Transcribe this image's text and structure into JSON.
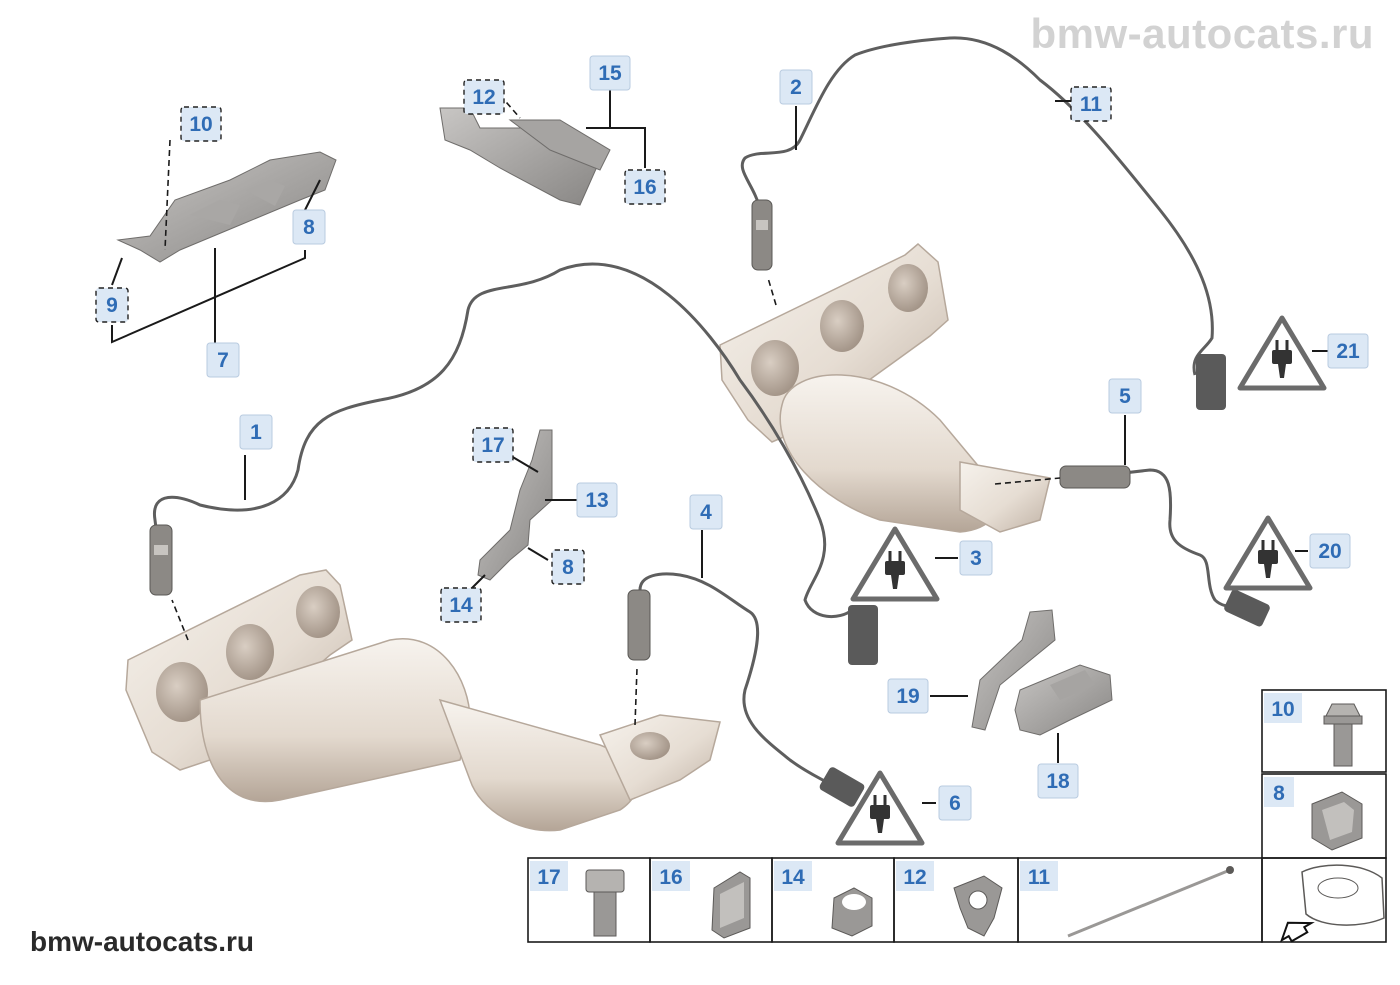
{
  "watermark": {
    "top": "bmw-autocats.ru",
    "bottom": "bmw-autocats.ru"
  },
  "callouts": [
    {
      "id": "c1",
      "label": "1",
      "variant": "solid"
    },
    {
      "id": "c2",
      "label": "2",
      "variant": "solid"
    },
    {
      "id": "c3",
      "label": "3",
      "variant": "solid"
    },
    {
      "id": "c4",
      "label": "4",
      "variant": "solid"
    },
    {
      "id": "c5",
      "label": "5",
      "variant": "solid"
    },
    {
      "id": "c6",
      "label": "6",
      "variant": "solid"
    },
    {
      "id": "c7",
      "label": "7",
      "variant": "solid"
    },
    {
      "id": "c8a",
      "label": "8",
      "variant": "solid"
    },
    {
      "id": "c8b",
      "label": "8",
      "variant": "dashed"
    },
    {
      "id": "c9",
      "label": "9",
      "variant": "dashed"
    },
    {
      "id": "c10",
      "label": "10",
      "variant": "dashed"
    },
    {
      "id": "c11",
      "label": "11",
      "variant": "dashed"
    },
    {
      "id": "c12",
      "label": "12",
      "variant": "dashed"
    },
    {
      "id": "c13",
      "label": "13",
      "variant": "solid"
    },
    {
      "id": "c14",
      "label": "14",
      "variant": "dashed"
    },
    {
      "id": "c15",
      "label": "15",
      "variant": "solid"
    },
    {
      "id": "c16",
      "label": "16",
      "variant": "dashed"
    },
    {
      "id": "c17",
      "label": "17",
      "variant": "dashed"
    },
    {
      "id": "c18",
      "label": "18",
      "variant": "solid"
    },
    {
      "id": "c19",
      "label": "19",
      "variant": "solid"
    },
    {
      "id": "c20",
      "label": "20",
      "variant": "solid"
    },
    {
      "id": "c21",
      "label": "21",
      "variant": "solid"
    }
  ],
  "warning_icons": [
    "plug-warning-icon",
    "plug-warning-icon",
    "plug-warning-icon",
    "plug-warning-icon"
  ],
  "thumbnails": [
    {
      "id": "t17",
      "label": "17",
      "part": "hex-bolt-icon"
    },
    {
      "id": "t16",
      "label": "16",
      "part": "spring-clip-icon"
    },
    {
      "id": "t14",
      "label": "14",
      "part": "half-clip-icon"
    },
    {
      "id": "t12",
      "label": "12",
      "part": "cable-clip-icon"
    },
    {
      "id": "t11",
      "label": "11",
      "part": "cable-tie-icon"
    },
    {
      "id": "t10",
      "label": "10",
      "part": "flange-bolt-icon"
    },
    {
      "id": "t8",
      "label": "8",
      "part": "nut-clip-icon"
    },
    {
      "id": "tcar",
      "label": "",
      "part": "car-front-arrow-icon"
    }
  ],
  "colors": {
    "callout_text": "#2f6cb5",
    "callout_fill": "#dce8f5",
    "line": "#1a1a1a",
    "metal_light": "#ece6df",
    "metal_shadow": "#b9aca0",
    "wire": "#6a6a6a"
  }
}
